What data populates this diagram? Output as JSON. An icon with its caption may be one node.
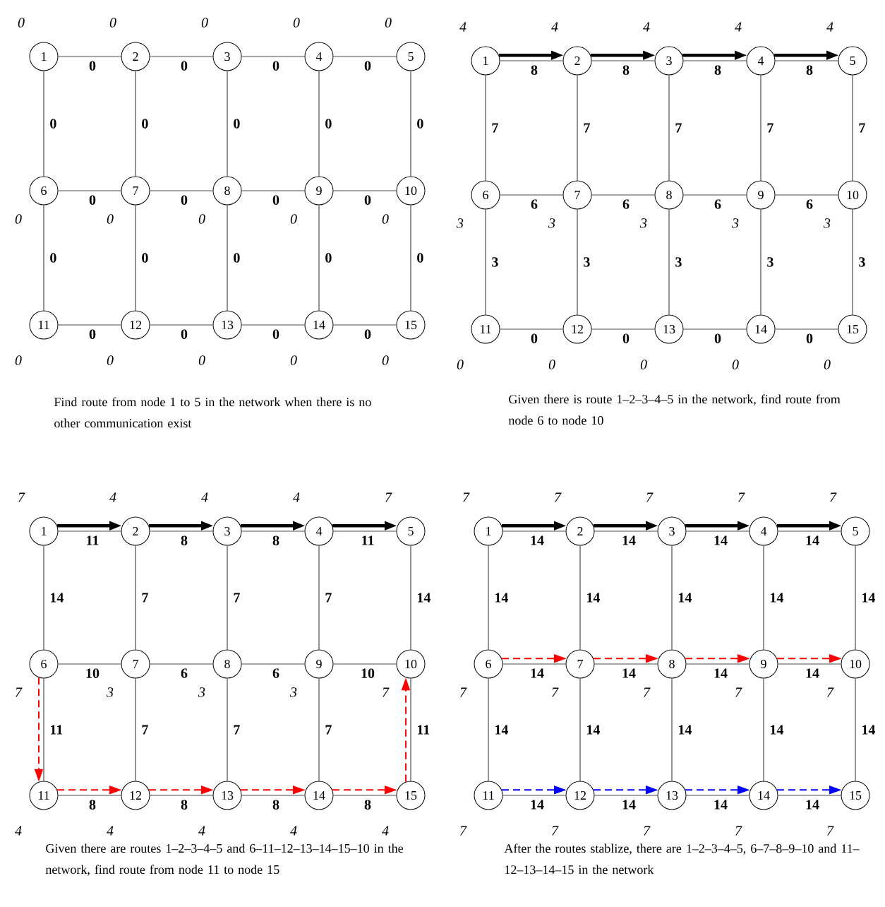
{
  "diagram": {
    "nodes": [
      {
        "text": [
          "1"
        ],
        "beside": [
          "0"
        ]
      },
      {
        "text": [
          "2"
        ],
        "beside": [
          "0"
        ]
      },
      {
        "text": [
          "3"
        ],
        "beside": [
          "0"
        ]
      },
      {
        "text": [
          "4"
        ],
        "beside": [
          "0"
        ]
      },
      {
        "text": [
          "5"
        ],
        "beside": [
          "0"
        ]
      },
      {
        "text": [
          "6"
        ],
        "beside": [
          "0"
        ]
      },
      {
        "text": [
          "7"
        ],
        "beside": [
          "0"
        ]
      },
      {
        "text": [
          "8"
        ],
        "beside": [
          "0"
        ]
      },
      {
        "text": [
          "9"
        ],
        "beside": [
          "0"
        ]
      },
      {
        "text": [
          "10"
        ],
        "beside": [
          "0"
        ]
      },
      {
        "text": [
          "11"
        ],
        "beside": [
          "0"
        ]
      },
      {
        "text": [
          "12"
        ],
        "beside": [
          "0"
        ]
      },
      {
        "text": [
          "13"
        ],
        "beside": [
          "0"
        ]
      },
      {
        "text": [
          "14"
        ],
        "beside": [
          "0"
        ]
      },
      {
        "text": [
          "15"
        ],
        "beside": [
          "0"
        ]
      },
      {
        "text": [
          "1"
        ],
        "beside": [
          "4"
        ]
      },
      {
        "text": [
          "2"
        ],
        "beside": [
          "4"
        ]
      },
      {
        "text": [
          "3"
        ],
        "beside": [
          "4"
        ]
      },
      {
        "text": [
          "4"
        ],
        "beside": [
          "4"
        ]
      },
      {
        "text": [
          "5"
        ],
        "beside": [
          "4"
        ]
      },
      {
        "text": [
          "6"
        ],
        "beside": [
          "3"
        ]
      },
      {
        "text": [
          "7"
        ],
        "beside": [
          "3"
        ]
      },
      {
        "text": [
          "8"
        ],
        "beside": [
          "3"
        ]
      },
      {
        "text": [
          "9"
        ],
        "beside": [
          "3"
        ]
      },
      {
        "text": [
          "10"
        ],
        "beside": [
          "3"
        ]
      },
      {
        "text": [
          "11"
        ],
        "beside": [
          "0"
        ]
      },
      {
        "text": [
          "12"
        ],
        "beside": [
          "0"
        ]
      },
      {
        "text": [
          "13"
        ],
        "beside": [
          "0"
        ]
      },
      {
        "text": [
          "14"
        ],
        "beside": [
          "0"
        ]
      },
      {
        "text": [
          "15"
        ],
        "beside": [
          "0"
        ]
      },
      {
        "text": [
          "1"
        ],
        "beside": [
          "7"
        ]
      },
      {
        "text": [
          "2"
        ],
        "beside": [
          "4"
        ]
      },
      {
        "text": [
          "3"
        ],
        "beside": [
          "4"
        ]
      },
      {
        "text": [
          "4"
        ],
        "beside": [
          "4"
        ]
      },
      {
        "text": [
          "5"
        ],
        "beside": [
          "7"
        ]
      },
      {
        "text": [
          "6"
        ],
        "beside": [
          "7"
        ]
      },
      {
        "text": [
          "7"
        ],
        "beside": [
          "3"
        ]
      },
      {
        "text": [
          "8"
        ],
        "beside": [
          "3"
        ]
      },
      {
        "text": [
          "9"
        ],
        "beside": [
          "3"
        ]
      },
      {
        "text": [
          "10"
        ],
        "beside": [
          "7"
        ]
      },
      {
        "text": [
          "11"
        ],
        "beside": [
          "4"
        ]
      },
      {
        "text": [
          "12"
        ],
        "beside": [
          "4"
        ]
      },
      {
        "text": [
          "13"
        ],
        "beside": [
          "4"
        ]
      },
      {
        "text": [
          "14"
        ],
        "beside": [
          "4"
        ]
      },
      {
        "text": [
          "15"
        ],
        "beside": [
          "4"
        ]
      },
      {
        "text": [
          "1"
        ],
        "beside": [
          "7"
        ]
      },
      {
        "text": [
          "2"
        ],
        "beside": [
          "7"
        ]
      },
      {
        "text": [
          "3"
        ],
        "beside": [
          "7"
        ]
      },
      {
        "text": [
          "4"
        ],
        "beside": [
          "7"
        ]
      },
      {
        "text": [
          "5"
        ],
        "beside": [
          "7"
        ]
      },
      {
        "text": [
          "6"
        ],
        "beside": [
          "7"
        ]
      },
      {
        "text": [
          "7"
        ],
        "beside": [
          "7"
        ]
      },
      {
        "text": [
          "8"
        ],
        "beside": [
          "7"
        ]
      },
      {
        "text": [
          "9"
        ],
        "beside": [
          "7"
        ]
      },
      {
        "text": [
          "10"
        ],
        "beside": [
          "7"
        ]
      },
      {
        "text": [
          "11"
        ],
        "beside": [
          "7"
        ]
      },
      {
        "text": [
          "12"
        ],
        "beside": [
          "7"
        ]
      },
      {
        "text": [
          "13"
        ],
        "beside": [
          "7"
        ]
      },
      {
        "text": [
          "14"
        ],
        "beside": [
          "7"
        ]
      },
      {
        "text": [
          "15"
        ],
        "beside": [
          "7"
        ]
      }
    ],
    "edges": [
      {
        "from": 0,
        "to": 1,
        "arrow": "none",
        "label": "0"
      },
      {
        "from": 1,
        "to": 2,
        "arrow": "none",
        "label": "0"
      },
      {
        "from": 2,
        "to": 3,
        "arrow": "none",
        "label": "0"
      },
      {
        "from": 3,
        "to": 4,
        "arrow": "none",
        "label": "0"
      },
      {
        "from": 0,
        "to": 5,
        "arrow": "none",
        "label": "0"
      },
      {
        "from": 1,
        "to": 6,
        "arrow": "none",
        "label": "0"
      },
      {
        "from": 2,
        "to": 7,
        "arrow": "none",
        "label": "0"
      },
      {
        "from": 3,
        "to": 8,
        "arrow": "none",
        "label": "0"
      },
      {
        "from": 4,
        "to": 9,
        "arrow": "none",
        "label": "0"
      },
      {
        "from": 5,
        "to": 6,
        "arrow": "none",
        "label": "0"
      },
      {
        "from": 6,
        "to": 7,
        "arrow": "none",
        "label": "0"
      },
      {
        "from": 7,
        "to": 8,
        "arrow": "none",
        "label": "0"
      },
      {
        "from": 8,
        "to": 9,
        "arrow": "none",
        "label": "0"
      },
      {
        "from": 5,
        "to": 10,
        "arrow": "none",
        "label": "0"
      },
      {
        "from": 6,
        "to": 11,
        "arrow": "none",
        "label": "0"
      },
      {
        "from": 7,
        "to": 12,
        "arrow": "none",
        "label": "0"
      },
      {
        "from": 8,
        "to": 13,
        "arrow": "none",
        "label": "0"
      },
      {
        "from": 9,
        "to": 14,
        "arrow": "none",
        "label": "0"
      },
      {
        "from": 10,
        "to": 11,
        "arrow": "none",
        "label": "0"
      },
      {
        "from": 11,
        "to": 12,
        "arrow": "none",
        "label": "0"
      },
      {
        "from": 12,
        "to": 13,
        "arrow": "none",
        "label": "0"
      },
      {
        "from": 13,
        "to": 14,
        "arrow": "none",
        "label": "0"
      },
      {
        "from": 15,
        "to": 16,
        "arrow": "none",
        "label": "8"
      },
      {
        "from": 16,
        "to": 17,
        "arrow": "none",
        "label": "8"
      },
      {
        "from": 17,
        "to": 18,
        "arrow": "none",
        "label": "8"
      },
      {
        "from": 18,
        "to": 19,
        "arrow": "none",
        "label": "8"
      },
      {
        "from": 15,
        "to": 20,
        "arrow": "none",
        "label": "7"
      },
      {
        "from": 16,
        "to": 21,
        "arrow": "none",
        "label": "7"
      },
      {
        "from": 17,
        "to": 22,
        "arrow": "none",
        "label": "7"
      },
      {
        "from": 18,
        "to": 23,
        "arrow": "none",
        "label": "7"
      },
      {
        "from": 19,
        "to": 24,
        "arrow": "none",
        "label": "7"
      },
      {
        "from": 20,
        "to": 21,
        "arrow": "none",
        "label": "6"
      },
      {
        "from": 21,
        "to": 22,
        "arrow": "none",
        "label": "6"
      },
      {
        "from": 22,
        "to": 23,
        "arrow": "none",
        "label": "6"
      },
      {
        "from": 23,
        "to": 24,
        "arrow": "none",
        "label": "6"
      },
      {
        "from": 20,
        "to": 25,
        "arrow": "none",
        "label": "3"
      },
      {
        "from": 21,
        "to": 26,
        "arrow": "none",
        "label": "3"
      },
      {
        "from": 22,
        "to": 27,
        "arrow": "none",
        "label": "3"
      },
      {
        "from": 23,
        "to": 28,
        "arrow": "none",
        "label": "3"
      },
      {
        "from": 24,
        "to": 29,
        "arrow": "none",
        "label": "3"
      },
      {
        "from": 25,
        "to": 26,
        "arrow": "none",
        "label": "0"
      },
      {
        "from": 26,
        "to": 27,
        "arrow": "none",
        "label": "0"
      },
      {
        "from": 27,
        "to": 28,
        "arrow": "none",
        "label": "0"
      },
      {
        "from": 28,
        "to": 29,
        "arrow": "none",
        "label": "0"
      },
      {
        "from": 15,
        "to": 16,
        "arrow": "to",
        "style": "thick"
      },
      {
        "from": 16,
        "to": 17,
        "arrow": "to",
        "style": "thick"
      },
      {
        "from": 17,
        "to": 18,
        "arrow": "to",
        "style": "thick"
      },
      {
        "from": 18,
        "to": 19,
        "arrow": "to",
        "style": "thick"
      },
      {
        "from": 30,
        "to": 31,
        "arrow": "none",
        "label": "11"
      },
      {
        "from": 31,
        "to": 32,
        "arrow": "none",
        "label": "8"
      },
      {
        "from": 32,
        "to": 33,
        "arrow": "none",
        "label": "8"
      },
      {
        "from": 33,
        "to": 34,
        "arrow": "none",
        "label": "11"
      },
      {
        "from": 30,
        "to": 35,
        "arrow": "none",
        "label": "14"
      },
      {
        "from": 31,
        "to": 36,
        "arrow": "none",
        "label": "7"
      },
      {
        "from": 32,
        "to": 37,
        "arrow": "none",
        "label": "7"
      },
      {
        "from": 33,
        "to": 38,
        "arrow": "none",
        "label": "7"
      },
      {
        "from": 34,
        "to": 39,
        "arrow": "none",
        "label": "14"
      },
      {
        "from": 35,
        "to": 36,
        "arrow": "none",
        "label": "10"
      },
      {
        "from": 36,
        "to": 37,
        "arrow": "none",
        "label": "6"
      },
      {
        "from": 37,
        "to": 38,
        "arrow": "none",
        "label": "6"
      },
      {
        "from": 38,
        "to": 39,
        "arrow": "none",
        "label": "10"
      },
      {
        "from": 35,
        "to": 40,
        "arrow": "none",
        "label": "11"
      },
      {
        "from": 36,
        "to": 41,
        "arrow": "none",
        "label": "7"
      },
      {
        "from": 37,
        "to": 42,
        "arrow": "none",
        "label": "7"
      },
      {
        "from": 38,
        "to": 43,
        "arrow": "none",
        "label": "7"
      },
      {
        "from": 39,
        "to": 44,
        "arrow": "none",
        "label": "11"
      },
      {
        "from": 40,
        "to": 41,
        "arrow": "none",
        "label": "8"
      },
      {
        "from": 41,
        "to": 42,
        "arrow": "none",
        "label": "8"
      },
      {
        "from": 42,
        "to": 43,
        "arrow": "none",
        "label": "8"
      },
      {
        "from": 43,
        "to": 44,
        "arrow": "none",
        "label": "8"
      },
      {
        "from": 30,
        "to": 31,
        "arrow": "to",
        "style": "thick"
      },
      {
        "from": 31,
        "to": 32,
        "arrow": "to",
        "style": "thick"
      },
      {
        "from": 32,
        "to": 33,
        "arrow": "to",
        "style": "thick"
      },
      {
        "from": 33,
        "to": 34,
        "arrow": "to",
        "style": "thick"
      },
      {
        "from": 35,
        "to": 40,
        "arrow": "to",
        "style": "dashed",
        "color": "#ff0000"
      },
      {
        "from": 40,
        "to": 41,
        "arrow": "to",
        "style": "dashed",
        "color": "#ff0000"
      },
      {
        "from": 41,
        "to": 42,
        "arrow": "to",
        "style": "dashed",
        "color": "#ff0000"
      },
      {
        "from": 42,
        "to": 43,
        "arrow": "to",
        "style": "dashed",
        "color": "#ff0000"
      },
      {
        "from": 43,
        "to": 44,
        "arrow": "to",
        "style": "dashed",
        "color": "#ff0000"
      },
      {
        "from": 44,
        "to": 39,
        "arrow": "to",
        "style": "dashed",
        "color": "#ff0000"
      },
      {
        "from": 45,
        "to": 46,
        "arrow": "none",
        "label": "14"
      },
      {
        "from": 46,
        "to": 47,
        "arrow": "none",
        "label": "14"
      },
      {
        "from": 47,
        "to": 48,
        "arrow": "none",
        "label": "14"
      },
      {
        "from": 48,
        "to": 49,
        "arrow": "none",
        "label": "14"
      },
      {
        "from": 45,
        "to": 50,
        "arrow": "none",
        "label": "14"
      },
      {
        "from": 46,
        "to": 51,
        "arrow": "none",
        "label": "14"
      },
      {
        "from": 47,
        "to": 52,
        "arrow": "none",
        "label": "14"
      },
      {
        "from": 48,
        "to": 53,
        "arrow": "none",
        "label": "14"
      },
      {
        "from": 49,
        "to": 54,
        "arrow": "none",
        "label": "14"
      },
      {
        "from": 50,
        "to": 51,
        "arrow": "none",
        "label": "14"
      },
      {
        "from": 51,
        "to": 52,
        "arrow": "none",
        "label": "14"
      },
      {
        "from": 52,
        "to": 53,
        "arrow": "none",
        "label": "14"
      },
      {
        "from": 53,
        "to": 54,
        "arrow": "none",
        "label": "14"
      },
      {
        "from": 50,
        "to": 55,
        "arrow": "none",
        "label": "14"
      },
      {
        "from": 51,
        "to": 56,
        "arrow": "none",
        "label": "14"
      },
      {
        "from": 52,
        "to": 57,
        "arrow": "none",
        "label": "14"
      },
      {
        "from": 53,
        "to": 58,
        "arrow": "none",
        "label": "14"
      },
      {
        "from": 54,
        "to": 59,
        "arrow": "none",
        "label": "14"
      },
      {
        "from": 55,
        "to": 56,
        "arrow": "none",
        "label": "14"
      },
      {
        "from": 56,
        "to": 57,
        "arrow": "none",
        "label": "14"
      },
      {
        "from": 57,
        "to": 58,
        "arrow": "none",
        "label": "14"
      },
      {
        "from": 58,
        "to": 59,
        "arrow": "none",
        "label": "14"
      },
      {
        "from": 45,
        "to": 46,
        "arrow": "to",
        "style": "thick"
      },
      {
        "from": 46,
        "to": 47,
        "arrow": "to",
        "style": "thick"
      },
      {
        "from": 47,
        "to": 48,
        "arrow": "to",
        "style": "thick"
      },
      {
        "from": 48,
        "to": 49,
        "arrow": "to",
        "style": "thick"
      },
      {
        "from": 50,
        "to": 51,
        "arrow": "to",
        "style": "dashed",
        "color": "#ff0000"
      },
      {
        "from": 51,
        "to": 52,
        "arrow": "to",
        "style": "dashed",
        "color": "#ff0000"
      },
      {
        "from": 52,
        "to": 53,
        "arrow": "to",
        "style": "dashed",
        "color": "#ff0000"
      },
      {
        "from": 53,
        "to": 54,
        "arrow": "to",
        "style": "dashed",
        "color": "#ff0000"
      },
      {
        "from": 55,
        "to": 56,
        "arrow": "to",
        "style": "dashed",
        "color": "#0000ff"
      },
      {
        "from": 56,
        "to": 57,
        "arrow": "to",
        "style": "dashed",
        "color": "#0000ff"
      },
      {
        "from": 57,
        "to": 58,
        "arrow": "to",
        "style": "dashed",
        "color": "#0000ff"
      },
      {
        "from": 58,
        "to": 59,
        "arrow": "to",
        "style": "dashed",
        "color": "#0000ff"
      }
    ],
    "labels": [
      "Find route from node 1 to 5 in the network when there is no other communication exist",
      "Given there is route 1–2–3–4–5 in the network, find route from node 6 to node 10",
      "Given there are routes 1–2–3–4–5 and 6–11–12–13–14–15–10 in the network, find route from node 11 to node 15",
      "After the routes stablize, there are 1–2–3–4–5, 6–7–8–9–10 and 11–12–13–14–15 in the network"
    ]
  }
}
